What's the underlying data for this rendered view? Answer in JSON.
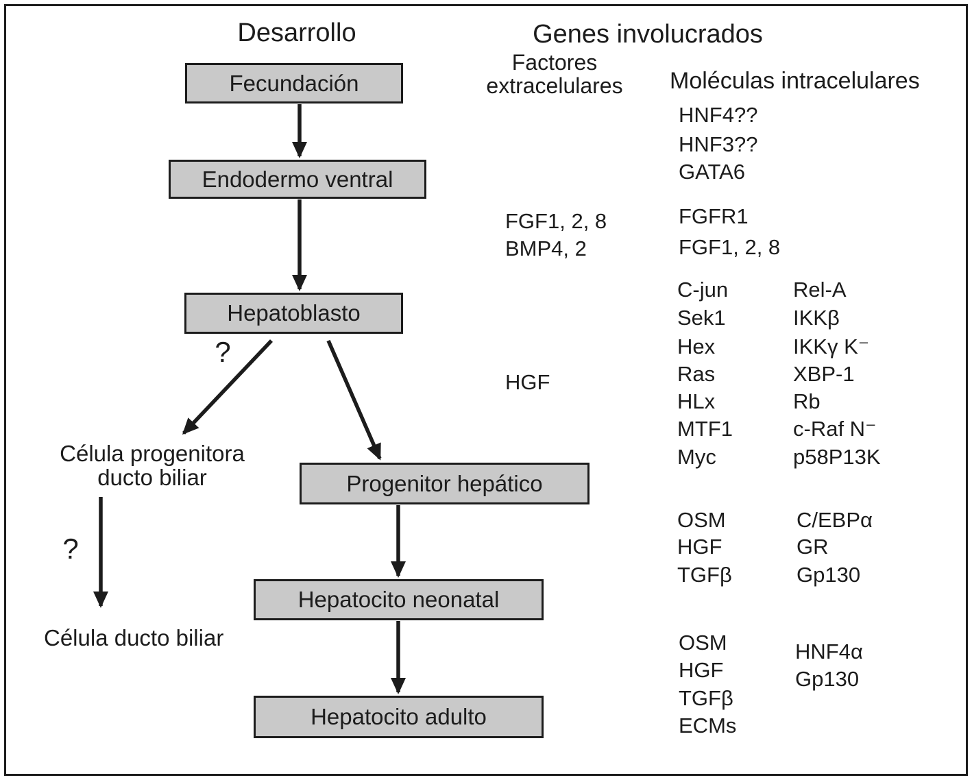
{
  "header": {
    "desarrollo": "Desarrollo",
    "genes_involucrados": "Genes involucrados",
    "factores_line1": "Factores",
    "factores_line2": "extracelulares",
    "moleculas_intracelulares": "Moléculas intracelulares"
  },
  "flow": {
    "boxes": [
      {
        "label": "Fecundación"
      },
      {
        "label": "Endodermo ventral"
      },
      {
        "label": "Hepatoblasto"
      },
      {
        "label": "Progenitor hepático"
      },
      {
        "label": "Hepatocito neonatal"
      },
      {
        "label": "Hepatocito adulto"
      }
    ],
    "branch_question_mark": "?",
    "bile_question_mark": "?",
    "celula_progenitora_line1": "Célula progenitora",
    "celula_progenitora_line2": "ducto biliar",
    "celula_ducto_biliar": "Célula ducto biliar"
  },
  "genes": {
    "early_intracellular": [
      "HNF4??",
      "HNF3??",
      "GATA6"
    ],
    "fgf_extracellular": [
      "FGF1, 2, 8",
      "BMP4, 2"
    ],
    "fgf_intracellular": [
      "FGFR1",
      "FGF1, 2, 8"
    ],
    "hgf_extracellular": "HGF",
    "hepatoblast_intracellular": {
      "col1": [
        "C-jun",
        "Sek1",
        "Hex",
        "Ras",
        "HLx",
        "MTF1",
        "Myc"
      ],
      "col2": [
        "Rel-A",
        "IKKβ",
        "IKKγ K⁻",
        "XBP-1",
        "Rb",
        "c-Raf N⁻",
        "p58P13K"
      ]
    },
    "neonatal_factors": [
      "OSM",
      "HGF",
      "TGFβ"
    ],
    "neonatal_intracellular": [
      "C/EBPα",
      "GR",
      "Gp130"
    ],
    "adult_factors": [
      "OSM",
      "HGF",
      "TGFβ",
      "ECMs"
    ],
    "adult_intracellular": [
      "HNF4α",
      "Gp130"
    ]
  },
  "colors": {
    "box_fill": "#c9c9c9",
    "ink": "#1c1c1c"
  }
}
